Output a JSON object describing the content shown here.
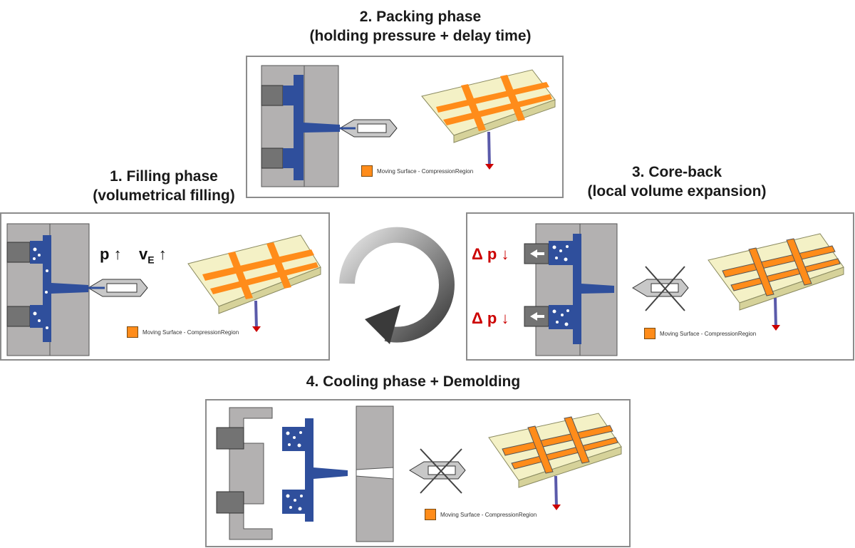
{
  "phases": {
    "packing": {
      "line1": "2. Packing phase",
      "line2": "(holding pressure + delay time)"
    },
    "filling": {
      "line1": "1.   Filling phase",
      "line2": "(volumetrical filling)"
    },
    "coreback": {
      "line1": "3. Core-back",
      "line2": "(local volume expansion)"
    },
    "cooling": {
      "line1": "4. Cooling phase + Demolding"
    }
  },
  "legend_label": "Moving Surface - CompressionRegion",
  "filling_symbols": {
    "p": "p",
    "v": "v",
    "v_sub": "E",
    "up": "↑"
  },
  "coreback_symbols": {
    "delta_p": "Δ p ↓"
  },
  "colors": {
    "mold": "#b3b1b1",
    "core": "#737373",
    "melt": "#2f4f9c",
    "part": "#ff8c1a",
    "plate": "#f4f1c6",
    "panel_border": "#8c8c8c",
    "red": "#cc0000"
  }
}
